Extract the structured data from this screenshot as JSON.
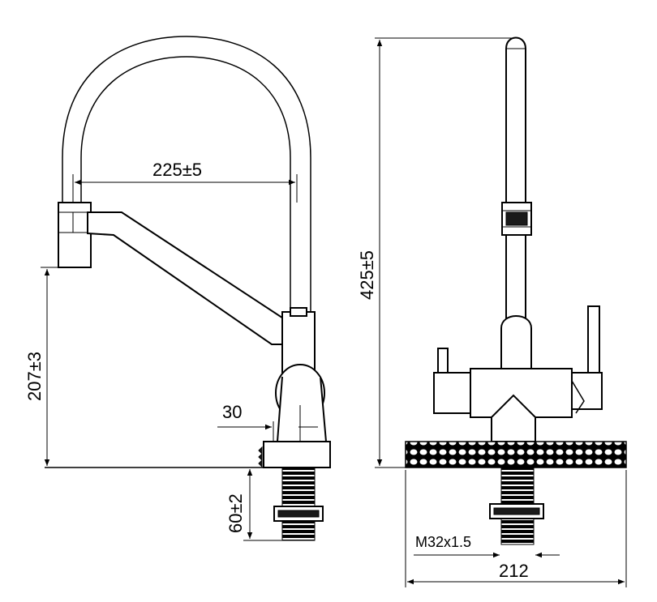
{
  "dimensions": {
    "spout_reach": "225±5",
    "total_height": "425±5",
    "spout_height": "207±3",
    "base_offset": "30",
    "shank_length": "60±2",
    "thread": "M32x1.5",
    "plate_width": "212"
  }
}
